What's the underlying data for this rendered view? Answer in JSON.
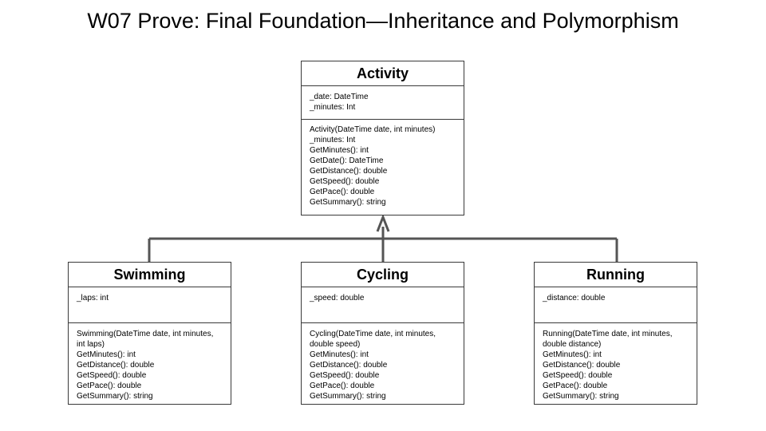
{
  "title": "W07 Prove: Final Foundation—Inheritance and Polymorphism",
  "classes": {
    "activity": {
      "name": "Activity",
      "attributes": [
        "_date: DateTime",
        "_minutes: Int"
      ],
      "methods": [
        "Activity(DateTime date, int minutes)",
        "_minutes: Int",
        "GetMinutes(): int",
        "GetDate(): DateTime",
        "GetDistance(): double",
        "GetSpeed(): double",
        "GetPace(): double",
        "GetSummary(): string"
      ]
    },
    "swimming": {
      "name": "Swimming",
      "attributes": [
        "_laps: int"
      ],
      "methods": [
        "Swimming(DateTime date, int minutes, int laps)",
        "GetMinutes(): int",
        "GetDistance(): double",
        "GetSpeed(): double",
        "GetPace(): double",
        "GetSummary(): string"
      ]
    },
    "cycling": {
      "name": "Cycling",
      "attributes": [
        "_speed: double"
      ],
      "methods": [
        "Cycling(DateTime date, int minutes, double speed)",
        "GetMinutes(): int",
        "GetDistance(): double",
        "GetSpeed(): double",
        "GetPace(): double",
        "GetSummary(): string"
      ]
    },
    "running": {
      "name": "Running",
      "attributes": [
        "_distance: double"
      ],
      "methods": [
        "Running(DateTime date, int minutes, double distance)",
        "GetMinutes(): int",
        "GetDistance(): double",
        "GetSpeed(): double",
        "GetPace(): double",
        "GetSummary(): string"
      ]
    }
  },
  "colors": {
    "line": "#555555",
    "border": "#3a3a3a"
  }
}
